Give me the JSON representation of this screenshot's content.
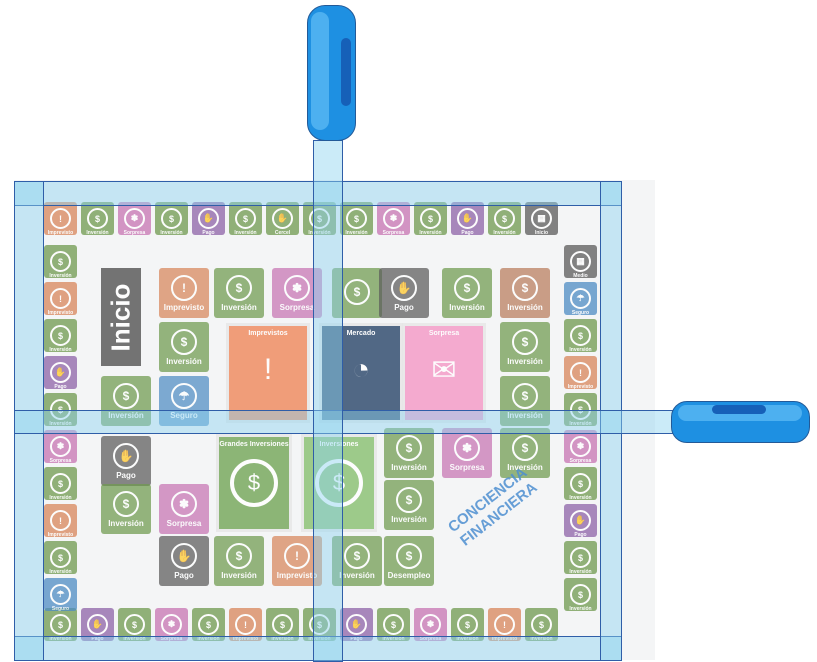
{
  "board": {
    "center_cards": [
      {
        "id": "imprevistos",
        "title": "Imprevistos",
        "color": "#f08a5e",
        "glyph": "!"
      },
      {
        "id": "mercado",
        "title": "Mercado",
        "color": "#2e4a6d",
        "glyph": "◔"
      },
      {
        "id": "sorpresa",
        "title": "Sorpresa",
        "color": "#f49ac7",
        "glyph": "✉"
      }
    ],
    "big_cards": [
      {
        "id": "grandes-inversiones",
        "title": "Grandes\nInversiones",
        "color": "#76a85a",
        "glyph": "$"
      },
      {
        "id": "inversiones",
        "title": "Inversiones",
        "color": "#8bc173",
        "glyph": "$"
      }
    ],
    "start_label": "Inicio",
    "brand": "CONCIENCIA FINANCIERA",
    "tiles": [
      {
        "id": "t1",
        "label": "Imprevisto",
        "cls": "orange",
        "glyph": "!"
      },
      {
        "id": "t2",
        "label": "Inversión",
        "cls": "green",
        "glyph": "$"
      },
      {
        "id": "t3",
        "label": "Sorpresa",
        "cls": "pink",
        "glyph": "✽"
      },
      {
        "id": "t4",
        "label": "",
        "cls": "green",
        "glyph": "$"
      },
      {
        "id": "t5",
        "label": "Pago",
        "cls": "dgray",
        "glyph": "✋"
      },
      {
        "id": "t6",
        "label": "Inversión",
        "cls": "green",
        "glyph": "$"
      },
      {
        "id": "t7",
        "label": "Inversión",
        "cls": "tan",
        "glyph": "$"
      },
      {
        "id": "t8",
        "label": "Inversión",
        "cls": "green",
        "glyph": "$"
      },
      {
        "id": "t9",
        "label": "Inversión",
        "cls": "green",
        "glyph": "$"
      },
      {
        "id": "t10",
        "label": "Inversión",
        "cls": "green",
        "glyph": "$"
      },
      {
        "id": "t11",
        "label": "Seguro",
        "cls": "blue",
        "glyph": "☂"
      },
      {
        "id": "t12",
        "label": "Inversión",
        "cls": "green",
        "glyph": "$"
      },
      {
        "id": "t13",
        "label": "Pago",
        "cls": "dgray",
        "glyph": "✋"
      },
      {
        "id": "t14",
        "label": "Inversión",
        "cls": "green",
        "glyph": "$"
      },
      {
        "id": "t15",
        "label": "Sorpresa",
        "cls": "pink",
        "glyph": "✽"
      },
      {
        "id": "t16",
        "label": "Inversión",
        "cls": "green",
        "glyph": "$"
      },
      {
        "id": "t17",
        "label": "Sorpresa",
        "cls": "pink",
        "glyph": "✽"
      },
      {
        "id": "t18",
        "label": "Inversión",
        "cls": "green",
        "glyph": "$"
      },
      {
        "id": "t19",
        "label": "Pago",
        "cls": "dgray",
        "glyph": "✋"
      },
      {
        "id": "t20",
        "label": "Inversión",
        "cls": "green",
        "glyph": "$"
      },
      {
        "id": "t21",
        "label": "Imprevisto",
        "cls": "orange",
        "glyph": "!"
      },
      {
        "id": "t22",
        "label": "Inversión",
        "cls": "green",
        "glyph": "$"
      },
      {
        "id": "t23",
        "label": "Desempleo",
        "cls": "green",
        "glyph": "$"
      },
      {
        "id": "t24",
        "label": "Inversión",
        "cls": "green",
        "glyph": "$"
      }
    ],
    "edge": {
      "top": [
        {
          "label": "Imprevisto",
          "color": "#d8865a",
          "glyph": "!"
        },
        {
          "label": "Inversión",
          "color": "#6f9a4e",
          "glyph": "$"
        },
        {
          "label": "Sorpresa",
          "color": "#c774b3",
          "glyph": "✽"
        },
        {
          "label": "Inversión",
          "color": "#6f9a4e",
          "glyph": "$"
        },
        {
          "label": "Pago",
          "color": "#8e63a8",
          "glyph": "✋"
        },
        {
          "label": "Inversión",
          "color": "#6f9a4e",
          "glyph": "$"
        },
        {
          "label": "Cercel",
          "color": "#6f9a4e",
          "glyph": "✋"
        },
        {
          "label": "Inversión",
          "color": "#6f9a4e",
          "glyph": "$"
        },
        {
          "label": "Inversión",
          "color": "#6f9a4e",
          "glyph": "$"
        },
        {
          "label": "Sorpresa",
          "color": "#c774b3",
          "glyph": "✽"
        },
        {
          "label": "Inversión",
          "color": "#6f9a4e",
          "glyph": "$"
        },
        {
          "label": "Pago",
          "color": "#8e63a8",
          "glyph": "✋"
        },
        {
          "label": "Inversión",
          "color": "#6f9a4e",
          "glyph": "$"
        },
        {
          "label": "Inicio",
          "color": "#5b5b5b",
          "glyph": "▦"
        }
      ],
      "bottom": [
        {
          "label": "Inversión",
          "color": "#6f9a4e",
          "glyph": "$"
        },
        {
          "label": "Pago",
          "color": "#8e63a8",
          "glyph": "✋"
        },
        {
          "label": "Inversión",
          "color": "#6f9a4e",
          "glyph": "$"
        },
        {
          "label": "Sorpresa",
          "color": "#c774b3",
          "glyph": "✽"
        },
        {
          "label": "Inversión",
          "color": "#6f9a4e",
          "glyph": "$"
        },
        {
          "label": "Imprevisto",
          "color": "#d8865a",
          "glyph": "!"
        },
        {
          "label": "Inversión",
          "color": "#6f9a4e",
          "glyph": "$"
        },
        {
          "label": "Inversión",
          "color": "#6f9a4e",
          "glyph": "$"
        },
        {
          "label": "Pago",
          "color": "#8e63a8",
          "glyph": "✋"
        },
        {
          "label": "Inversión",
          "color": "#6f9a4e",
          "glyph": "$"
        },
        {
          "label": "Sorpresa",
          "color": "#c774b3",
          "glyph": "✽"
        },
        {
          "label": "Inversión",
          "color": "#6f9a4e",
          "glyph": "$"
        },
        {
          "label": "Imprevisto",
          "color": "#d8865a",
          "glyph": "!"
        },
        {
          "label": "Inversión",
          "color": "#6f9a4e",
          "glyph": "$"
        }
      ],
      "left": [
        {
          "label": "Inversión",
          "color": "#6f9a4e",
          "glyph": "$"
        },
        {
          "label": "Imprevisto",
          "color": "#d8865a",
          "glyph": "!"
        },
        {
          "label": "Inversión",
          "color": "#6f9a4e",
          "glyph": "$"
        },
        {
          "label": "Pago",
          "color": "#8e63a8",
          "glyph": "✋"
        },
        {
          "label": "Inversión",
          "color": "#6f9a4e",
          "glyph": "$"
        },
        {
          "label": "Sorpresa",
          "color": "#c774b3",
          "glyph": "✽"
        },
        {
          "label": "Inversión",
          "color": "#6f9a4e",
          "glyph": "$"
        },
        {
          "label": "Imprevisto",
          "color": "#d8865a",
          "glyph": "!"
        },
        {
          "label": "Inversión",
          "color": "#6f9a4e",
          "glyph": "$"
        },
        {
          "label": "Seguro",
          "color": "#4e8cc4",
          "glyph": "☂"
        }
      ],
      "right": [
        {
          "label": "Medio",
          "color": "#5b5b5b",
          "glyph": "▦"
        },
        {
          "label": "Seguro",
          "color": "#4e8cc4",
          "glyph": "☂"
        },
        {
          "label": "Inversión",
          "color": "#6f9a4e",
          "glyph": "$"
        },
        {
          "label": "Imprevisto",
          "color": "#d8865a",
          "glyph": "!"
        },
        {
          "label": "Inversión",
          "color": "#6f9a4e",
          "glyph": "$"
        },
        {
          "label": "Sorpresa",
          "color": "#c774b3",
          "glyph": "✽"
        },
        {
          "label": "Inversión",
          "color": "#6f9a4e",
          "glyph": "$"
        },
        {
          "label": "Pago",
          "color": "#8e63a8",
          "glyph": "✋"
        },
        {
          "label": "Inversión",
          "color": "#6f9a4e",
          "glyph": "$"
        },
        {
          "label": "Inversión",
          "color": "#6f9a4e",
          "glyph": "$"
        }
      ]
    }
  }
}
